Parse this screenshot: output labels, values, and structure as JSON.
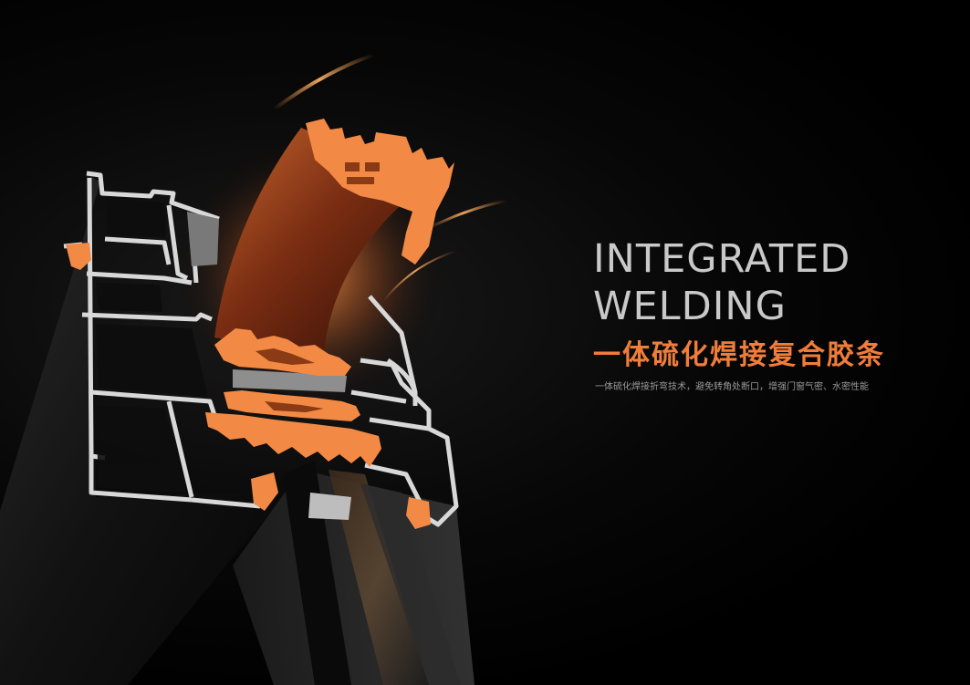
{
  "copy": {
    "headline_line1": "INTEGRATED",
    "headline_line2": "WELDING",
    "subtitle_cn": "一体硫化焊接复合胶条",
    "description_cn": "一体硫化焊接折弯技术，避免转角处断口，增强门窗气密、水密性能"
  },
  "colors": {
    "background": "#000000",
    "headline": "#c9c9c9",
    "accent": "#f07d3a",
    "description": "#9a9a9a",
    "aluminum": "#d8d8d8",
    "gasket": "#f28a45"
  },
  "illustration": {
    "subject": "window-frame-cross-section-with-welded-gasket"
  }
}
